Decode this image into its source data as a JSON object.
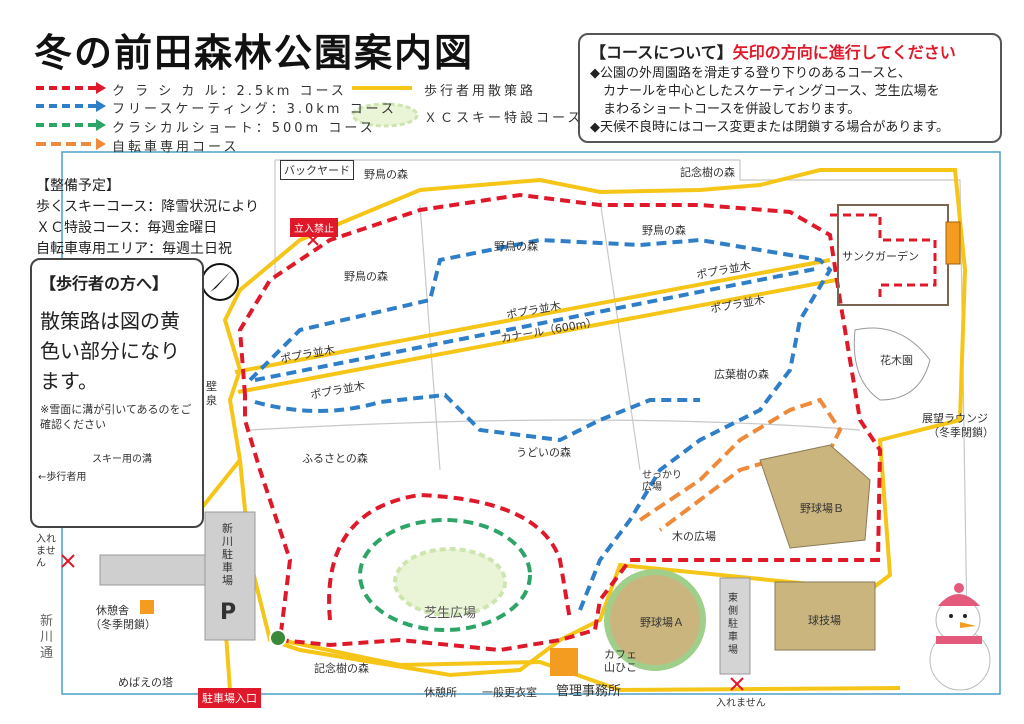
{
  "title": "冬の前田森林公園案内図",
  "legend": {
    "classical": "ク ラ シ カ ル：2.5km コース",
    "free_skating": "フリースケーティング：3.0km コース",
    "classical_short": "クラシカルショート：500m コース",
    "bicycle": "自転車専用コース",
    "walkway": "歩行者用散策路",
    "xc_course": "ＸＣスキー特設コース"
  },
  "colors": {
    "classical": "#e0192a",
    "free_skating": "#2f7fc8",
    "classical_short": "#2da566",
    "bicycle": "#ee8a3a",
    "walkway": "#f5c518",
    "xc_course": "#cde6b0"
  },
  "course_info": {
    "heading": "【コースについて】",
    "heading_red": "矢印の方向に進行してください",
    "line1": "◆公園の外周園路を滑走する登り下りのあるコースと、",
    "line2": "　カナールを中心としたスケーティングコース、芝生広場を",
    "line3": "　まわるショートコースを併設しております。",
    "line4": "◆天候不良時にはコース変更または閉鎖する場合があります。"
  },
  "plan": {
    "heading": "【整備予定】",
    "line1": "歩くスキーコース：降雪状況により",
    "line2": "ＸＣ特設コース：毎週金曜日",
    "line3": "自転車専用エリア：毎週土日祝"
  },
  "walker": {
    "heading": "【歩行者の方へ】",
    "body": "散策路は図の黄色い部分になります。",
    "note": "※雪面に溝が引いてあるのをご確認ください",
    "groove": "スキー用の溝",
    "walker_use": "←歩行者用"
  },
  "labels": {
    "backyard": "バックヤード",
    "no_entry_top": "立入禁止",
    "bird_forest_1": "野鳥の森",
    "bird_forest_2": "野鳥の森",
    "bird_forest_3": "野鳥の森",
    "bird_forest_4": "野鳥の森",
    "memorial_forest_top": "記念樹の森",
    "sunken_garden": "サンクガーデン",
    "poplar_1": "ポプラ並木",
    "poplar_2": "ポプラ並木",
    "poplar_3": "ポプラ並木",
    "poplar_4": "ポプラ並木",
    "poplar_5": "ポプラ並木",
    "canal": "カナール（600m）",
    "flower_garden": "花木園",
    "wall_fountain": "壁泉",
    "broadleaf_forest": "広葉樹の森",
    "furusato_forest": "ふるさとの森",
    "udoi_forest": "うどいの森",
    "observation_lounge": "展望ラウンジ",
    "observation_lounge_note": "（冬季閉鎖）",
    "baseball_b": "野球場Ｂ",
    "baseball_a": "野球場Ａ",
    "tree_square": "木の広場",
    "cekkari_square": "せっかり広場",
    "lawn_square": "芝生広場",
    "ballfield": "球技場",
    "east_parking": "東側駐車場",
    "shinkawa_parking": "新川駐車場",
    "parking_p": "P",
    "rest_house": "休憩舎",
    "rest_house_note": "（冬季閉鎖）",
    "no_entry_left": "入れません",
    "no_entry_bottom": "入れません",
    "shinkawa_street": "新川通",
    "mebae_tower": "めばえの塔",
    "memorial_forest_bottom": "記念樹の森",
    "parking_entrance": "駐車場入口",
    "rest_area": "休憩所",
    "locker_room": "一般更衣室",
    "office": "管理事務所",
    "cafe": "カフェ山ひこ"
  }
}
